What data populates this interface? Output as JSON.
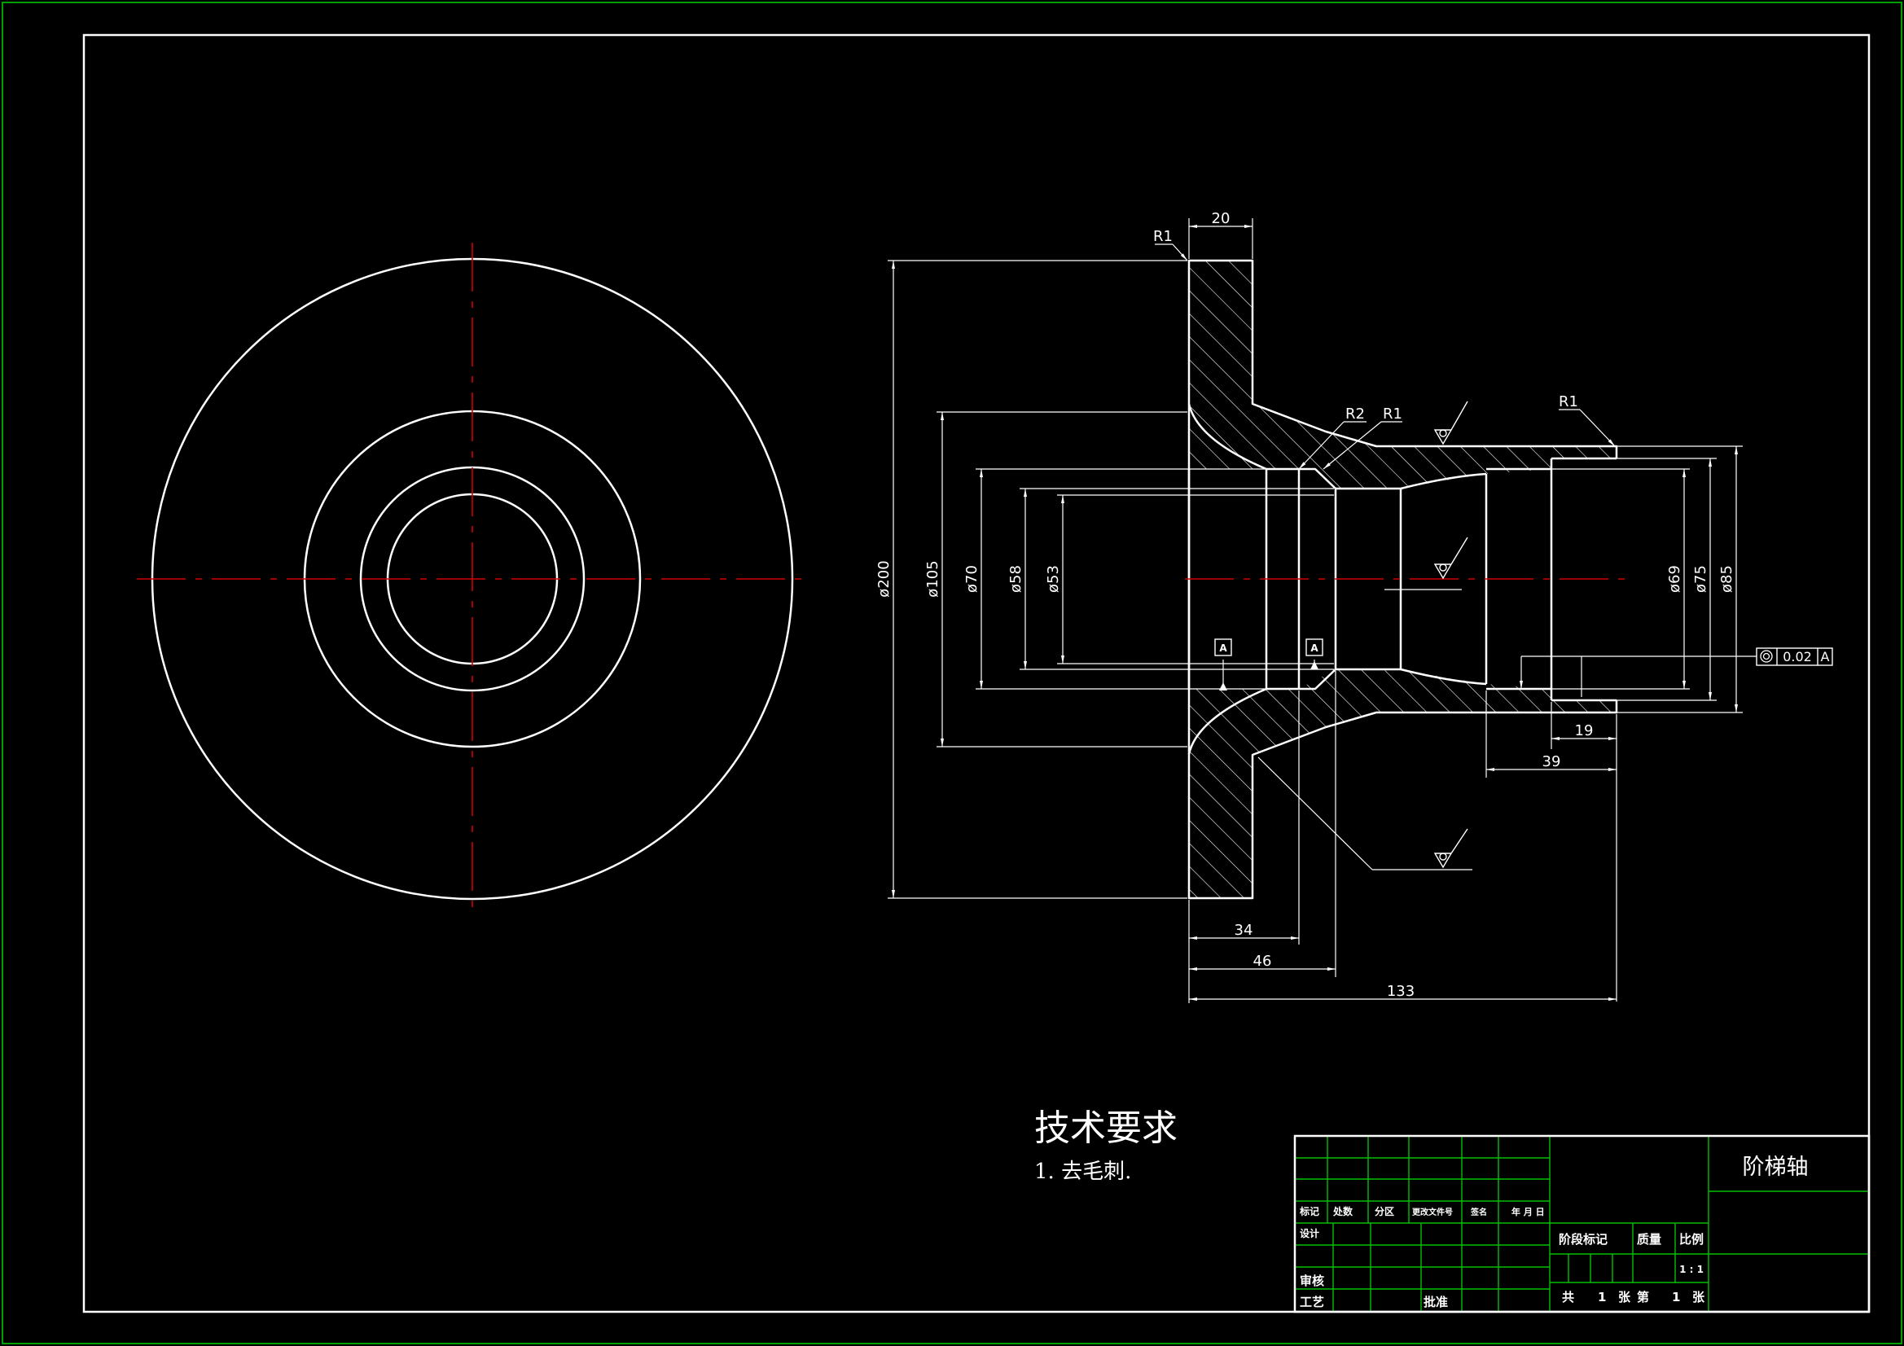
{
  "colors": {
    "background": "#000000",
    "outer_border": "#00a000",
    "line": "#ffffff",
    "centerline": "#d00000",
    "title_grid": "#00c000"
  },
  "dimensions": {
    "d20": "20",
    "r1_top": "R1",
    "r2": "R2",
    "r1_mid": "R1",
    "r1_right": "R1",
    "dia200": "ø200",
    "dia105": "ø105",
    "dia70": "ø70",
    "dia58": "ø58",
    "dia53": "ø53",
    "dia69": "ø69",
    "dia75": "ø75",
    "dia85": "ø85",
    "d19": "19",
    "d39": "39",
    "d34": "34",
    "d46": "46",
    "d133": "133"
  },
  "datum": {
    "a1": "A",
    "a2": "A"
  },
  "tolerance": {
    "value": "0.02",
    "datum": "A"
  },
  "requirements": {
    "title": "技术要求",
    "item1": "1. 去毛刺."
  },
  "title_block": {
    "part_name": "阶梯轴",
    "mark": "标记",
    "count": "处数",
    "zone": "分区",
    "change_doc": "更改文件号",
    "signature": "签名",
    "date": "年 月 日",
    "design": "设计",
    "review": "审核",
    "process": "工艺",
    "approve": "批准",
    "stage_mark": "阶段标记",
    "mass": "质量",
    "scale_label": "比例",
    "scale_value": "1 : 1",
    "sheets_total_prefix": "共",
    "sheets_total": "1",
    "sheets_unit": "张",
    "sheet_no_prefix": "第",
    "sheet_no": "1",
    "sheet_unit": "张"
  }
}
